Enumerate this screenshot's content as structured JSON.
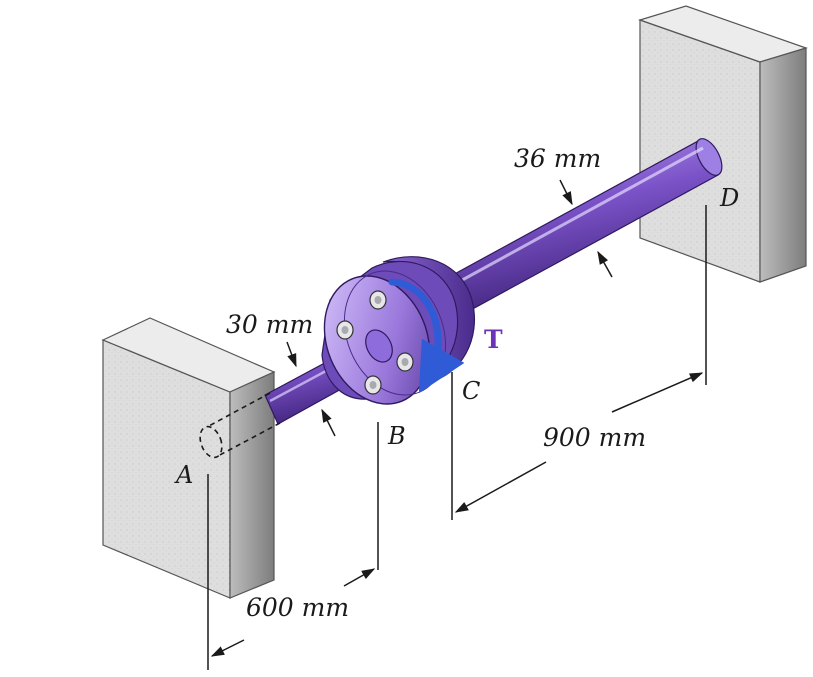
{
  "labels": {
    "point_a": "A",
    "point_b": "B",
    "point_c": "C",
    "point_d": "D",
    "torque": "T",
    "diameter_ab": "30 mm",
    "diameter_cd": "36 mm",
    "length_ab": "600 mm",
    "length_cd": "900 mm"
  },
  "colors": {
    "shaft": "#7a52c7",
    "torque_label": "#6a33b8",
    "torque_arrow": "#2f5bd6",
    "wall": "#dcdcdc"
  }
}
